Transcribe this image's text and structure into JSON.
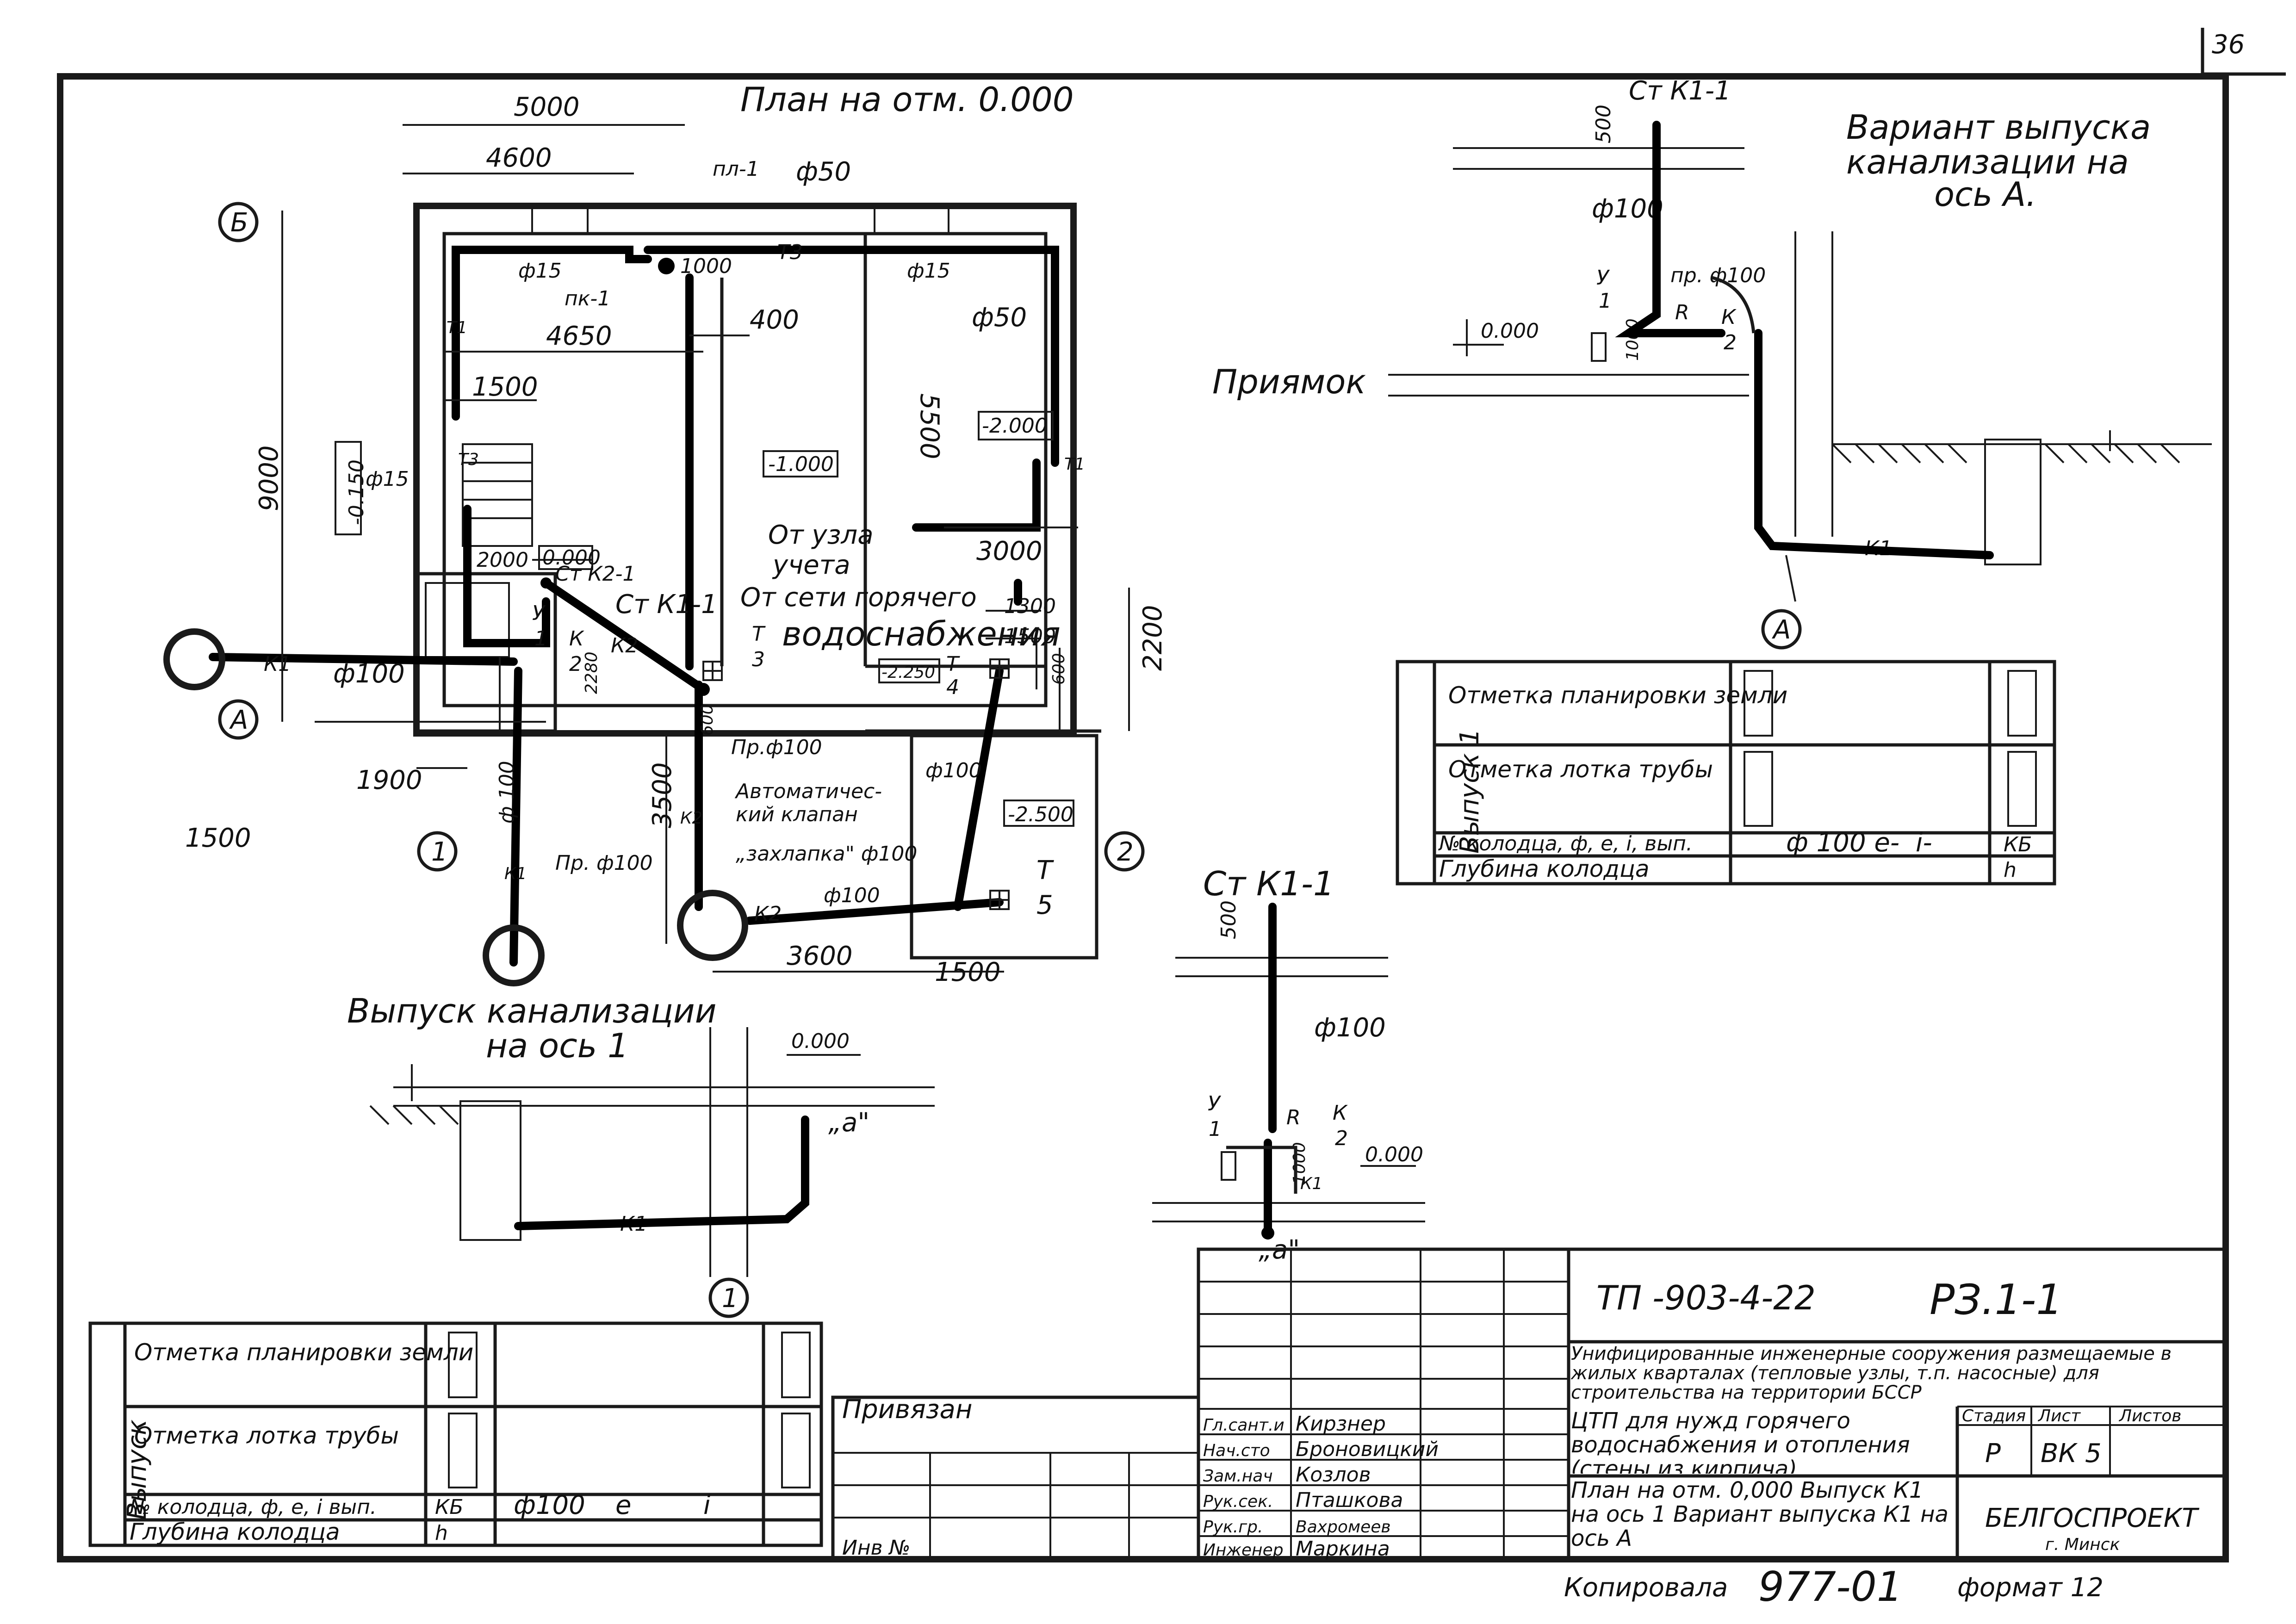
{
  "page_number": "36",
  "plan": {
    "title": "План на отм. 0.000",
    "dims": [
      "5000",
      "4600",
      "4650",
      "1500",
      "9000",
      "2000",
      "400",
      "5500",
      "3000",
      "1300",
      "1500",
      "2200",
      "600",
      "3500",
      "3600",
      "1500",
      "1900",
      "1500",
      "600",
      "2280"
    ],
    "labels": {
      "pl1": "пл-1",
      "pk1": "пк-1",
      "d50_top": "ф50",
      "d50_right": "ф50",
      "d15_left": "ф15",
      "d15_right": "ф15",
      "d15_stair": "ф15",
      "t3_top": "Т3",
      "t1_right": "Т1",
      "t1_left": "Т1",
      "t3_stair": "Т3",
      "v1000": "1000",
      "lvl_m0150": "-0.150",
      "lvl_0000": "0.000",
      "lvl_m1000": "-1.000",
      "lvl_m2000": "-2.000",
      "lvl_m2250": "-2.250",
      "lvl_m2500": "-2.500",
      "from_node_1": "От узла",
      "from_node_2": "учета",
      "from_hw_1": "От сети горячего",
      "from_hw_2": "водоснабжения",
      "stk21": "Ст К2-1",
      "stk11": "Ст К1-1",
      "k1_left": "К1",
      "k2": "К2",
      "k2_v": "К2",
      "k2_bottom": "К2",
      "k1_down": "К1",
      "d100_left": "ф100",
      "d100_down": "ф 100",
      "pr100_a": "Пр.ф100",
      "pr100_b": "Пр. ф100",
      "d100_bot": "ф100",
      "d100_r": "ф100",
      "valve_1": "Автоматичес-",
      "valve_2": "кий клапан",
      "valve_3": "„захлапка\" ф100",
      "y1_num": "У",
      "y1_den": "1",
      "k2_num": "К",
      "k2_den": "2",
      "t3_num": "Т",
      "t3_den": "3",
      "t4_num": "Т",
      "t4_den": "4",
      "t5_num": "Т",
      "t5_den": "5"
    },
    "axes": [
      "Б",
      "А",
      "1",
      "2"
    ]
  },
  "variant": {
    "title_1": "Вариант выпуска",
    "title_2": "канализации на",
    "title_3": "ось А.",
    "stk11": "Ст К1-1",
    "dim500": "500",
    "d100": "ф100",
    "pr100": "пр. ф100",
    "lvl": "0.000",
    "pit": "Приямок",
    "y1_num": "У",
    "y1_den": "1",
    "r": "R",
    "k2_num": "К",
    "k2_den": "2",
    "v1000": "1000",
    "k1": "К1",
    "axis": "А"
  },
  "table_right": {
    "side_label": "Выпуск 1",
    "rows": [
      "Отметка планировки земли",
      "Отметка лотка трубы",
      "№ колодца, ф, е, i, вып.",
      "Глубина колодца"
    ],
    "values_row3": [
      "ф 100 е-",
      "i-",
      "КБ"
    ],
    "values_row4": [
      "h"
    ]
  },
  "stk_detail": {
    "title": "Ст К1-1",
    "dim500": "500",
    "d100": "ф100",
    "y1_num": "У",
    "y1_den": "1",
    "r": "R",
    "k2_num": "К",
    "k2_den": "2",
    "lvl": "0.000",
    "v1000": "1000",
    "k1": "К1",
    "a": "„а\""
  },
  "outlet_axis1": {
    "title_1": "Выпуск канализации",
    "title_2": "на ось 1",
    "lvl": "0.000",
    "a": "„а\"",
    "k1": "К1",
    "axis": "1"
  },
  "table_left": {
    "side_label": "Выпуск",
    "rows": [
      "Отметка планировки земли",
      "Отметка лотка трубы",
      "№ колодца, ф, е, i вып.",
      "Глубина колодца"
    ],
    "values_row3": [
      "КБ",
      "ф100",
      "е",
      "i"
    ],
    "values_row4": [
      "h"
    ]
  },
  "stamp": {
    "privyazan": "Привязан",
    "inv": "Инв №",
    "code": "ТП -903-4-22",
    "sheet_code": "РЗ.1-1",
    "project_title": "Унифицированные инженерные сооружения размещаемые в жилых кварталах (тепловые узлы, т.п. насосные) для строительства на территории БССР",
    "object_title": "ЦТП для нужд горячего водоснабжения и отопления (стены из кирпича)",
    "sheet_title": "План на отм. 0,000 Выпуск К1 на ось 1 Вариант выпуска К1 на ось А",
    "roles": [
      "Гл.сант.и",
      "Нач.сто",
      "Зам.нач",
      "Рук.сек.",
      "Рук.гр.",
      "Инженер"
    ],
    "names": [
      "Кирзнер",
      "Броновицкий",
      "Козлов",
      "Пташкова",
      "Вахромеев",
      "Маркина"
    ],
    "col_stage": "Стадия",
    "col_sheet": "Лист",
    "col_sheets": "Листов",
    "stage": "Р",
    "sheet": "ВК 5",
    "org": "БЕЛГОСПРОЕКТ",
    "city": "г. Минск"
  },
  "footer": {
    "copied": "Копировала",
    "number": "977-01",
    "format": "формат 12"
  }
}
